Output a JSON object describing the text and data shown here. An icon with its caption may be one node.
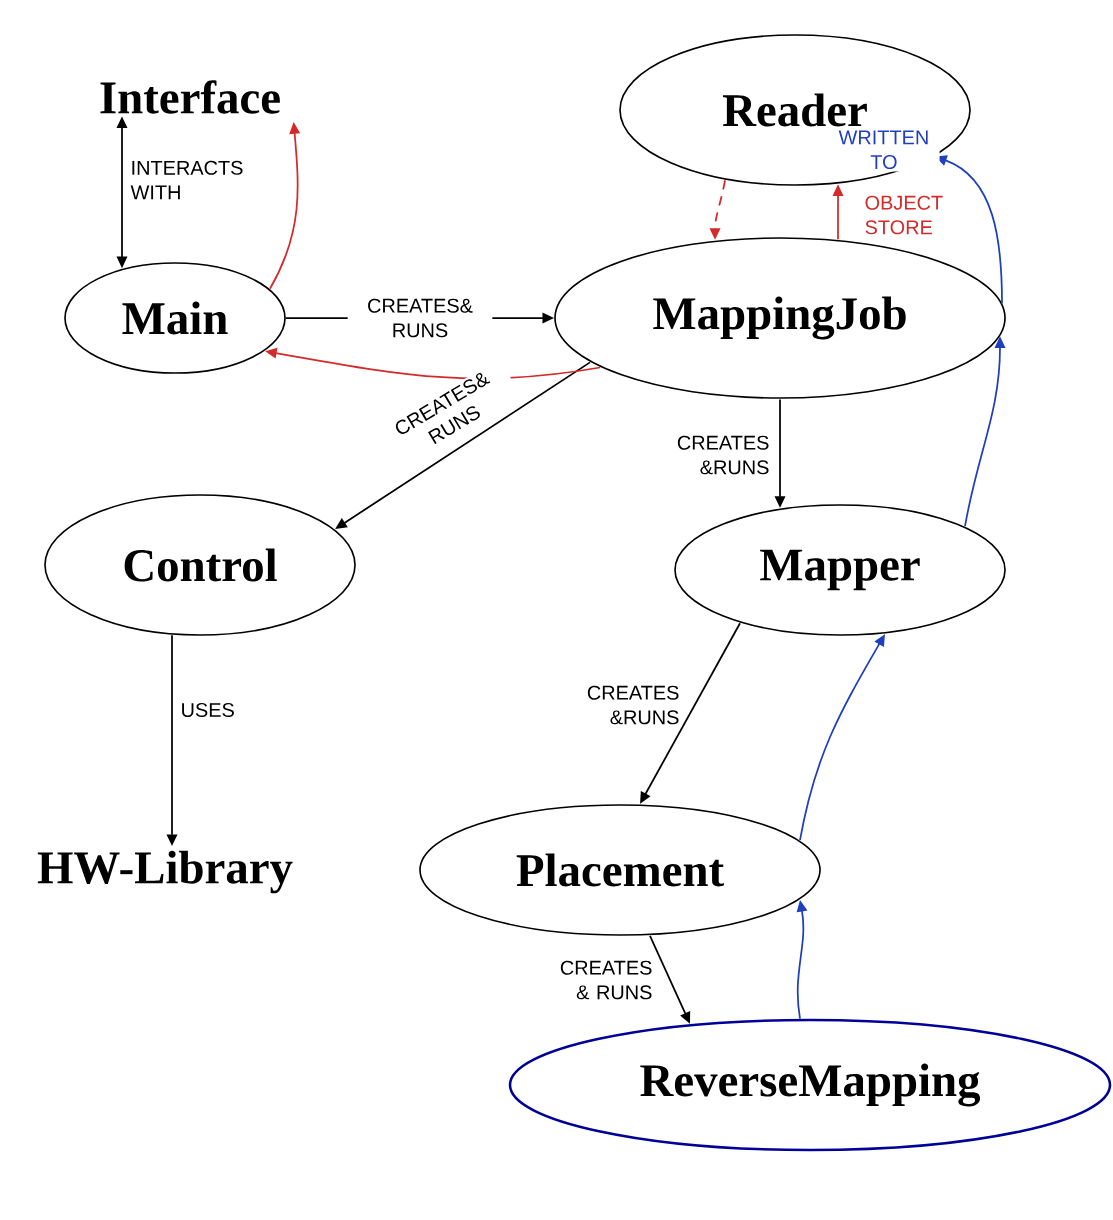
{
  "diagram": {
    "nodes": [
      {
        "text": [
          "Interface"
        ]
      },
      {
        "text": [
          "Reader"
        ]
      },
      {
        "text": [
          "Main"
        ]
      },
      {
        "text": [
          "MappingJob"
        ]
      },
      {
        "text": [
          "Control"
        ]
      },
      {
        "text": [
          "Mapper"
        ]
      },
      {
        "text": [
          "HW-Library"
        ]
      },
      {
        "text": [
          "Placement"
        ]
      },
      {
        "text": [
          "ReverseMapping"
        ]
      }
    ],
    "edges": [
      {
        "from": 0,
        "to": 2,
        "arrow": "both",
        "label": "INTERACTS WITH"
      },
      {
        "from": 2,
        "to": 3,
        "arrow": "to",
        "label": "CREATES& RUNS"
      },
      {
        "from": 3,
        "to": 4,
        "arrow": "to",
        "label": "CREATES& RUNS"
      },
      {
        "from": 3,
        "to": 5,
        "arrow": "to",
        "label": "CREATES &RUNS"
      },
      {
        "from": 4,
        "to": 6,
        "arrow": "to",
        "label": "USES"
      },
      {
        "from": 5,
        "to": 7,
        "arrow": "to",
        "label": "CREATES &RUNS"
      },
      {
        "from": 7,
        "to": 8,
        "arrow": "to",
        "label": "CREATES & RUNS"
      },
      {
        "from": 2,
        "to": 0,
        "arrow": "to",
        "color": "#d42a2a"
      },
      {
        "from": 3,
        "to": 2,
        "arrow": "to",
        "color": "#d42a2a"
      },
      {
        "from": 1,
        "to": 3,
        "arrow": "to",
        "color": "#d42a2a",
        "style": "dashed"
      },
      {
        "from": 3,
        "to": 1,
        "arrow": "to",
        "color": "#d42a2a",
        "label": "OBJECT STORE"
      },
      {
        "from": 8,
        "to": 7,
        "arrow": "to",
        "color": "#1f3fbf"
      },
      {
        "from": 7,
        "to": 5,
        "arrow": "to",
        "color": "#1f3fbf"
      },
      {
        "from": 5,
        "to": 3,
        "arrow": "to",
        "color": "#1f3fbf"
      },
      {
        "from": 3,
        "to": 1,
        "arrow": "to",
        "color": "#1f3fbf",
        "label": "WRITTEN TO"
      }
    ]
  }
}
